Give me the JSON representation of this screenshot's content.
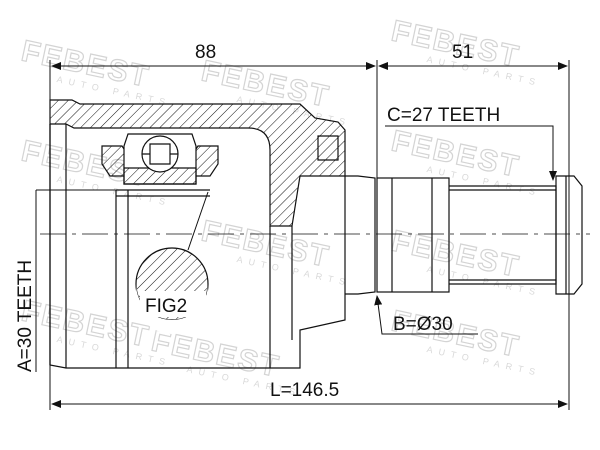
{
  "dimensions": {
    "housing_length": "88",
    "shaft_length": "51",
    "total_length": "L=146.5",
    "outer_teeth": "A=30 TEETH",
    "diameter": "B=Ø30",
    "inner_teeth": "C=27 TEETH"
  },
  "fig_label": "FIG2",
  "watermark": {
    "brand": "FEBEST",
    "subtitle": "AUTO PARTS"
  },
  "colors": {
    "line": "#111111",
    "watermark": "#d4d4d4"
  }
}
